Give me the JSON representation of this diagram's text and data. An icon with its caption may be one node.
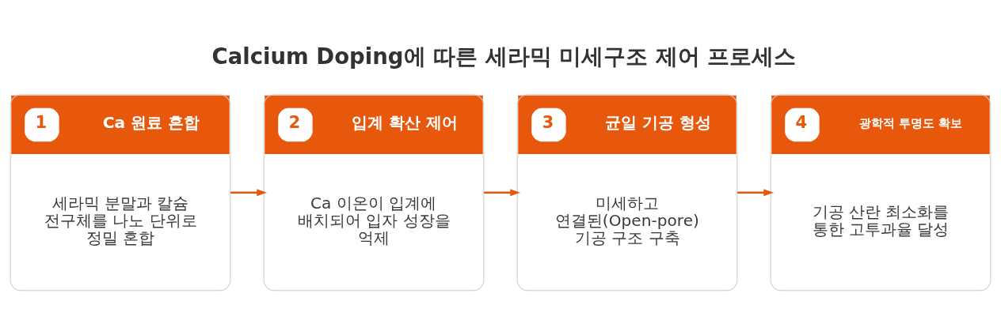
{
  "diagram": {
    "title": "Calcium Doping에 따른 세라믹 미세구조 제어 프로세스",
    "nodes": [
      {
        "text": [
          "1",
          "Ca 원료 혼합",
          "세라믹 분말과 칼슘 전구체를 나노 단위로 정밀 혼합"
        ]
      },
      {
        "text": [
          "2",
          "입계 확산 제어",
          "Ca 이온이 입계에 배치되어 입자 성장을 억제"
        ]
      },
      {
        "text": [
          "3",
          "균일 기공 형성",
          "미세하고 연결된(Open-pore) 기공 구조 구축"
        ]
      },
      {
        "text": [
          "4",
          "광학적 투명도 확보",
          "기공 산란 최소화를 통한 고투과율 달성"
        ]
      }
    ],
    "edges": [
      {
        "from": 0,
        "to": 1,
        "arrow": "to"
      },
      {
        "from": 1,
        "to": 2,
        "arrow": "to"
      },
      {
        "from": 2,
        "to": 3,
        "arrow": "to"
      }
    ]
  }
}
